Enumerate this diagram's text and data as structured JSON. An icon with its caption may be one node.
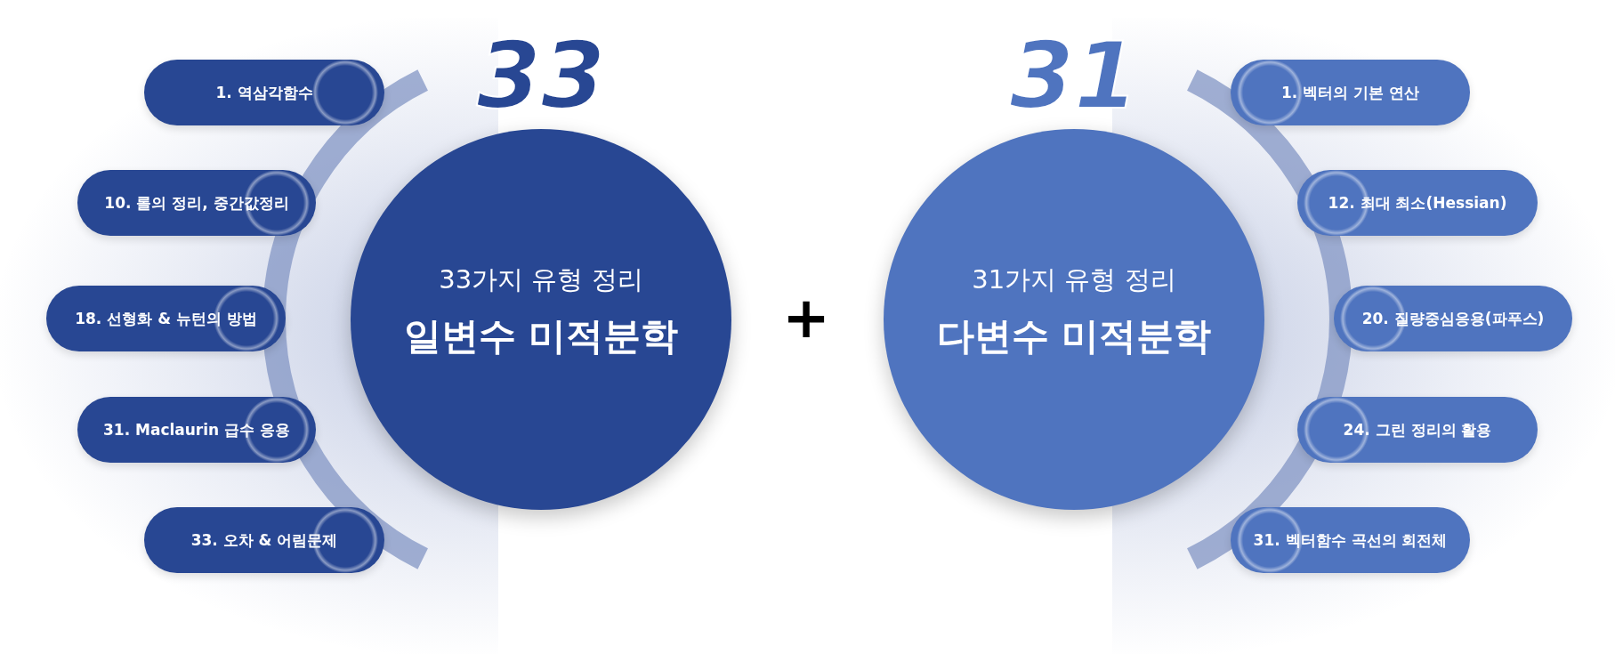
{
  "diagram": {
    "nodes": [
      {
        "text": [
          "33",
          "33가지 유형 정리",
          "일변수 미적분학"
        ]
      },
      {
        "text": [
          "1.  역삼각함수"
        ]
      },
      {
        "text": [
          "10.  롤의 정리, 중간값정리"
        ]
      },
      {
        "text": [
          "18.  선형화 & 뉴턴의 방법"
        ]
      },
      {
        "text": [
          "31.  Maclaurin 급수 응용"
        ]
      },
      {
        "text": [
          "33.  오차 & 어림문제"
        ]
      },
      {
        "text": [
          "31",
          "31가지 유형 정리",
          "다변수 미적분학"
        ]
      },
      {
        "text": [
          "1.  벡터의 기본 연산"
        ]
      },
      {
        "text": [
          "12. 최대 최소(Hessian)"
        ]
      },
      {
        "text": [
          "20. 질량중심응용(파푸스)"
        ]
      },
      {
        "text": [
          "24. 그린 정리의 활용"
        ]
      },
      {
        "text": [
          "31. 벡터함수 곡선의 회전체"
        ]
      }
    ],
    "labels": [
      "+"
    ]
  }
}
